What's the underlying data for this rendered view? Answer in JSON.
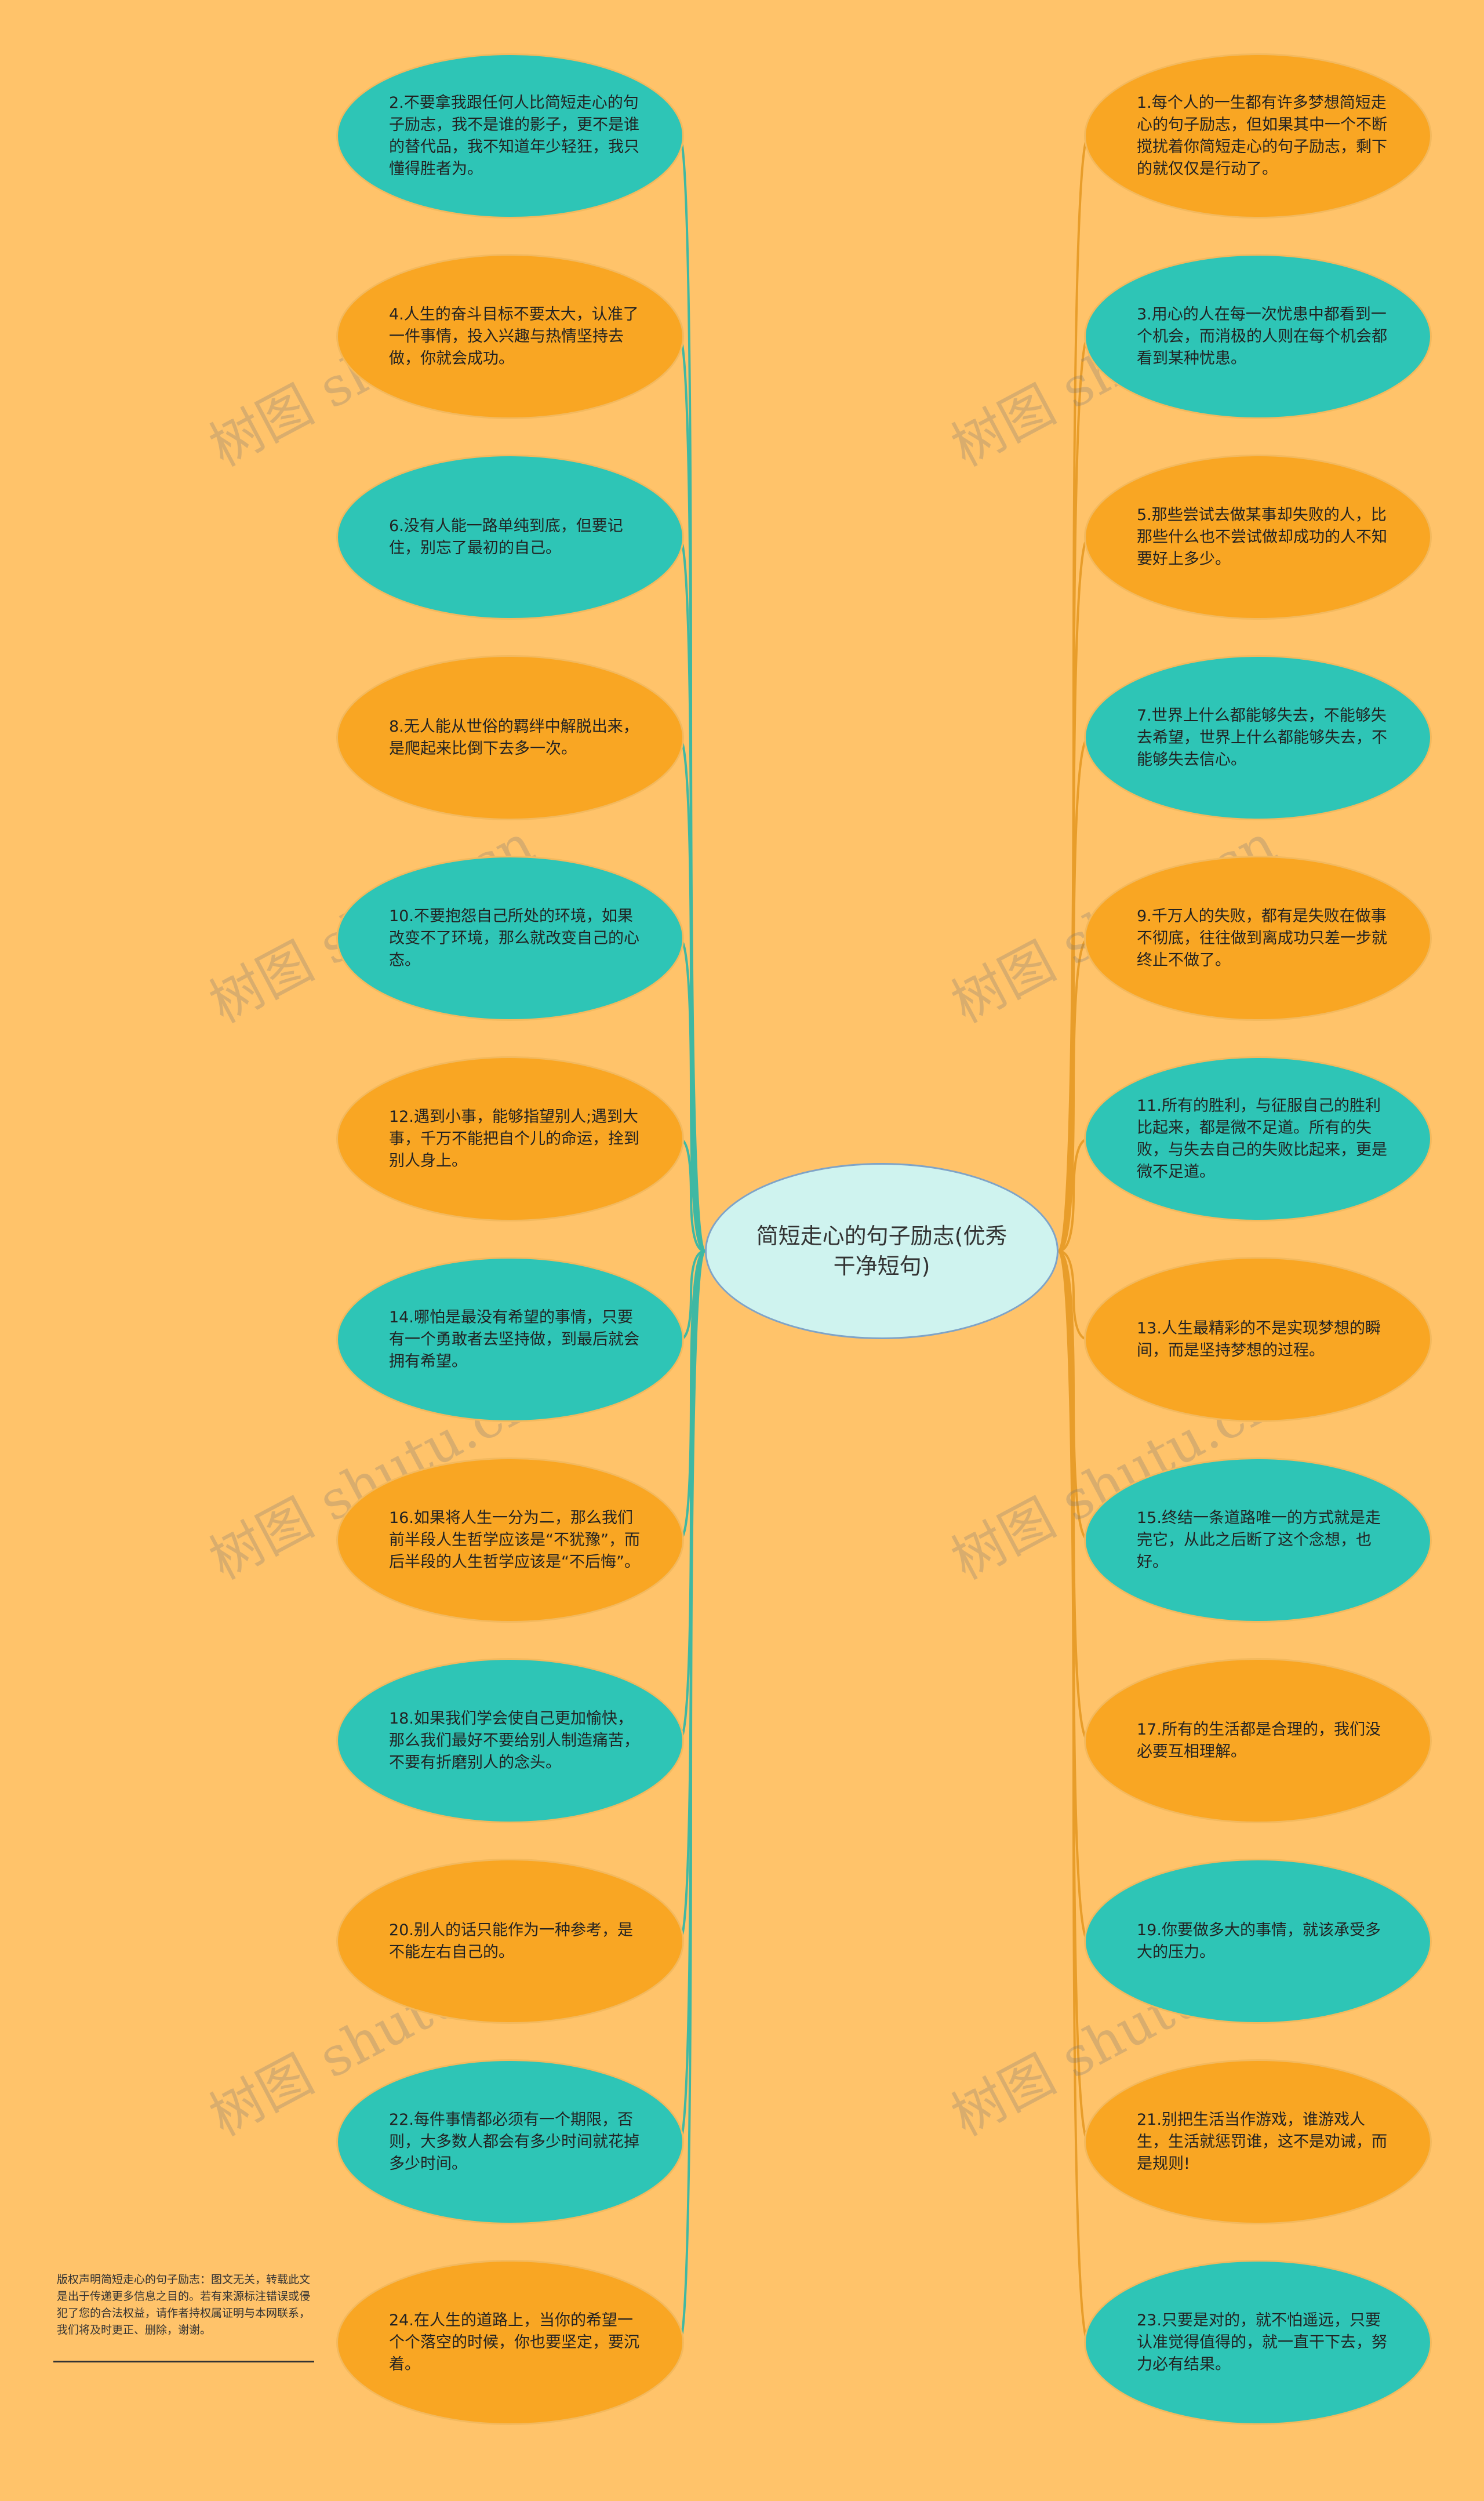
{
  "center_title": "简短走心的句子励志(优秀干净短句)",
  "left_nodes": [
    {
      "text": "2.不要拿我跟任何人比简短走心的句子励志，我不是谁的影子，更不是谁的替代品，我不知道年少轻狂，我只懂得胜者为。",
      "color": "teal"
    },
    {
      "text": "4.人生的奋斗目标不要太大，认准了一件事情，投入兴趣与热情坚持去做，你就会成功。",
      "color": "orange"
    },
    {
      "text": "6.没有人能一路单纯到底，但要记住，别忘了最初的自己。",
      "color": "teal"
    },
    {
      "text": "8.无人能从世俗的羁绊中解脱出来，是爬起来比倒下去多一次。",
      "color": "orange"
    },
    {
      "text": "10.不要抱怨自己所处的环境，如果改变不了环境，那么就改变自己的心态。",
      "color": "teal"
    },
    {
      "text": "12.遇到小事，能够指望别人;遇到大事，千万不能把自个儿的命运，拴到别人身上。",
      "color": "orange"
    },
    {
      "text": "14.哪怕是最没有希望的事情，只要有一个勇敢者去坚持做，到最后就会拥有希望。",
      "color": "teal"
    },
    {
      "text": "16.如果将人生一分为二，那么我们前半段人生哲学应该是“不犹豫”，而后半段的人生哲学应该是“不后悔”。",
      "color": "orange"
    },
    {
      "text": "18.如果我们学会使自己更加愉快，那么我们最好不要给别人制造痛苦，不要有折磨别人的念头。",
      "color": "teal"
    },
    {
      "text": "20.别人的话只能作为一种参考，是不能左右自己的。",
      "color": "orange"
    },
    {
      "text": "22.每件事情都必须有一个期限，否则，大多数人都会有多少时间就花掉多少时间。",
      "color": "teal"
    },
    {
      "text": "24.在人生的道路上，当你的希望一个个落空的时候，你也要坚定，要沉着。",
      "color": "orange"
    }
  ],
  "right_nodes": [
    {
      "text": "1.每个人的一生都有许多梦想简短走心的句子励志，但如果其中一个不断搅扰着你简短走心的句子励志，剩下的就仅仅是行动了。",
      "color": "orange"
    },
    {
      "text": "3.用心的人在每一次忧患中都看到一个机会，而消极的人则在每个机会都看到某种忧患。",
      "color": "teal"
    },
    {
      "text": "5.那些尝试去做某事却失败的人，比那些什么也不尝试做却成功的人不知要好上多少。",
      "color": "orange"
    },
    {
      "text": "7.世界上什么都能够失去，不能够失去希望，世界上什么都能够失去，不能够失去信心。",
      "color": "teal"
    },
    {
      "text": "9.千万人的失败，都有是失败在做事不彻底，往往做到离成功只差一步就终止不做了。",
      "color": "orange"
    },
    {
      "text": "11.所有的胜利，与征服自己的胜利比起来，都是微不足道。所有的失败，与失去自己的失败比起来，更是微不足道。",
      "color": "teal"
    },
    {
      "text": "13.人生最精彩的不是实现梦想的瞬间，而是坚持梦想的过程。",
      "color": "orange"
    },
    {
      "text": "15.终结一条道路唯一的方式就是走完它，从此之后断了这个念想，也好。",
      "color": "teal"
    },
    {
      "text": "17.所有的生活都是合理的，我们没必要互相理解。",
      "color": "orange"
    },
    {
      "text": "19.你要做多大的事情，就该承受多大的压力。",
      "color": "teal"
    },
    {
      "text": "21.别把生活当作游戏，谁游戏人生，生活就惩罚谁，这不是劝诫，而是规则!",
      "color": "orange"
    },
    {
      "text": "23.只要是对的，就不怕遥远，只要认准觉得值得的，就一直干下去，努力必有结果。",
      "color": "teal"
    }
  ],
  "copyright": "版权声明简短走心的句子励志：图文无关，转载此文是出于传递更多信息之目的。若有来源标注错误或侵犯了您的合法权益，请作者持权属证明与本网联系，我们将及时更正、删除，谢谢。",
  "watermark": "树图 shutu.cn",
  "colors": {
    "background": "#ffc36a",
    "teal": "#2ec5b6",
    "orange": "#f9a623",
    "center_fill": "#cff3ef",
    "left_wire": "#3fb8a3",
    "right_wire": "#e89d2a"
  }
}
